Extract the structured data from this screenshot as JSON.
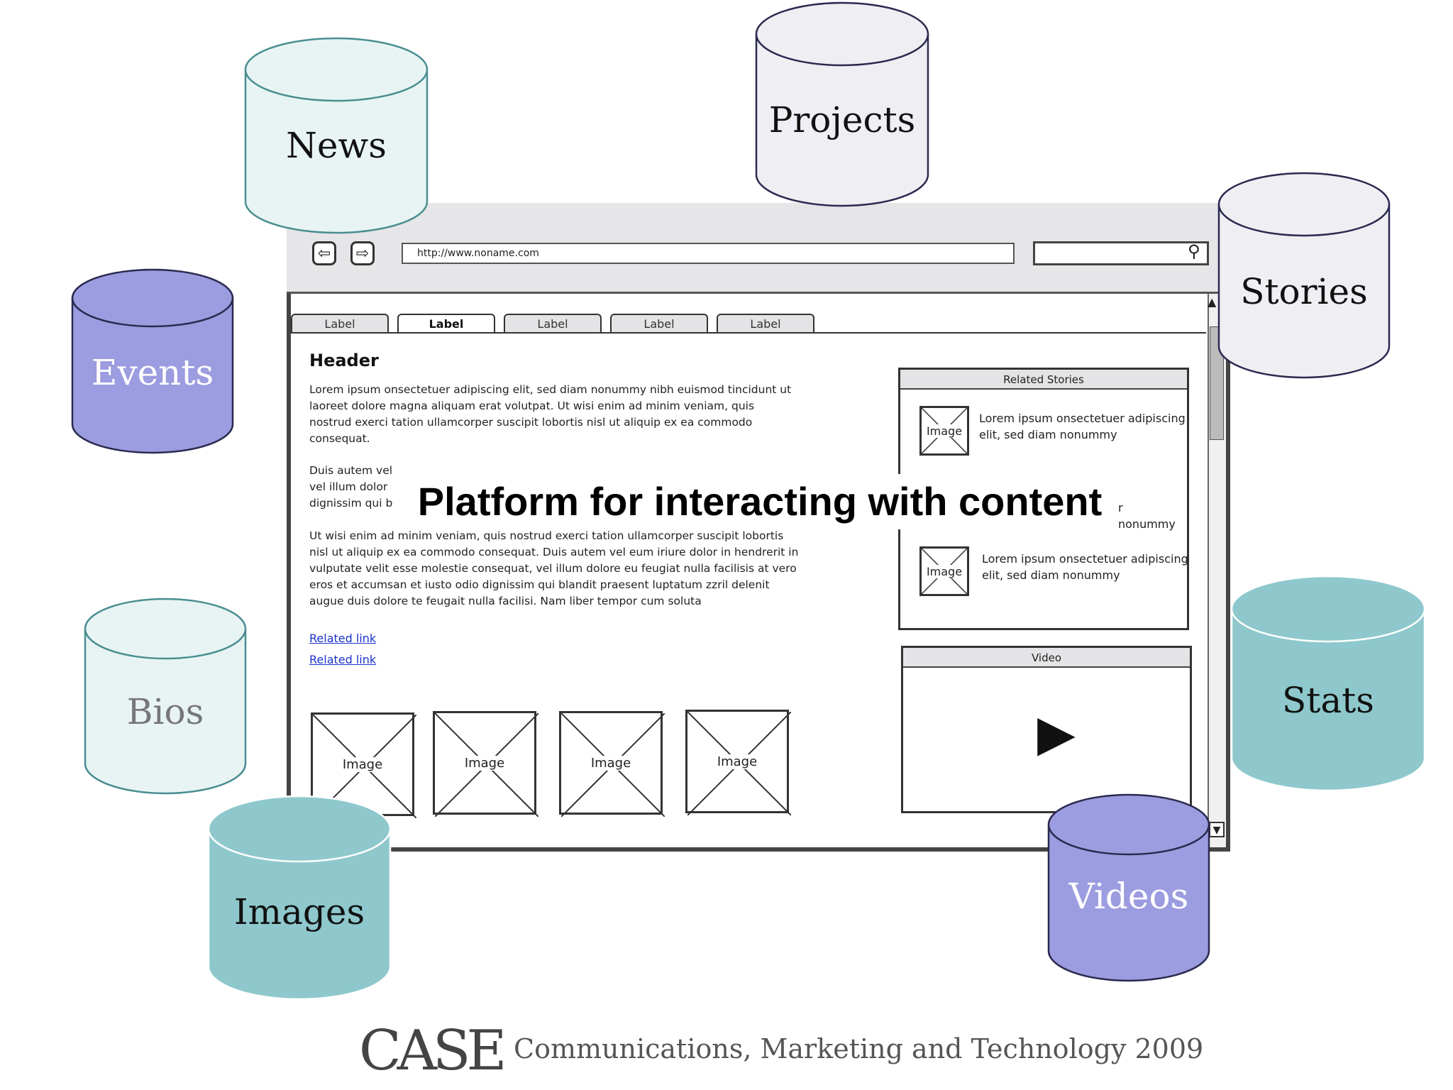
{
  "browser": {
    "url": "http://www.noname.com",
    "tabs": [
      "Label",
      "Label",
      "Label",
      "Label",
      "Label"
    ],
    "active_tab": 1
  },
  "content": {
    "header": "Header",
    "para1": "Lorem ipsum onsectetuer adipiscing elit, sed diam nonummy nibh euismod tincidunt ut laoreet dolore magna aliquam erat volutpat. Ut wisi enim ad minim veniam, quis nostrud exerci tation ullamcorper suscipit lobortis nisl ut aliquip ex ea commodo consequat.",
    "para2": "Duis autem vel vel illum dolor dignissim qui b",
    "para3": "Ut wisi enim ad minim veniam, quis nostrud exerci tation ullamcorper suscipit lobortis nisl ut aliquip ex ea commodo consequat. Duis autem vel eum iriure dolor in hendrerit in vulputate velit esse molestie consequat, vel illum dolore eu feugiat nulla facilisis at vero eros et accumsan et iusto odio dignissim qui blandit praesent luptatum zzril delenit augue duis dolore te feugait nulla facilisi. Nam liber tempor cum soluta",
    "links": [
      "Related link",
      "Related link"
    ],
    "image_label": "Image"
  },
  "related": {
    "title": "Related Stories",
    "items": [
      "Lorem ipsum onsectetuer adipiscing elit, sed diam nonummy",
      "r nonummy",
      "Lorem ipsum onsectetuer adipiscing elit, sed diam nonummy"
    ]
  },
  "video": {
    "title": "Video"
  },
  "overlay_title": "Platform for interacting with content",
  "cylinders": {
    "news": "News",
    "projects": "Projects",
    "stories": "Stories",
    "events": "Events",
    "bios": "Bios",
    "images": "Images",
    "videos": "Videos",
    "stats": "Stats"
  },
  "colors": {
    "light_teal": "#e8f4f4",
    "light_gray": "#efeef2",
    "purple": "#9c9ce0",
    "teal": "#8ec8cc"
  },
  "footer": {
    "logo": "CASE",
    "text": "Communications, Marketing and Technology 2009"
  }
}
